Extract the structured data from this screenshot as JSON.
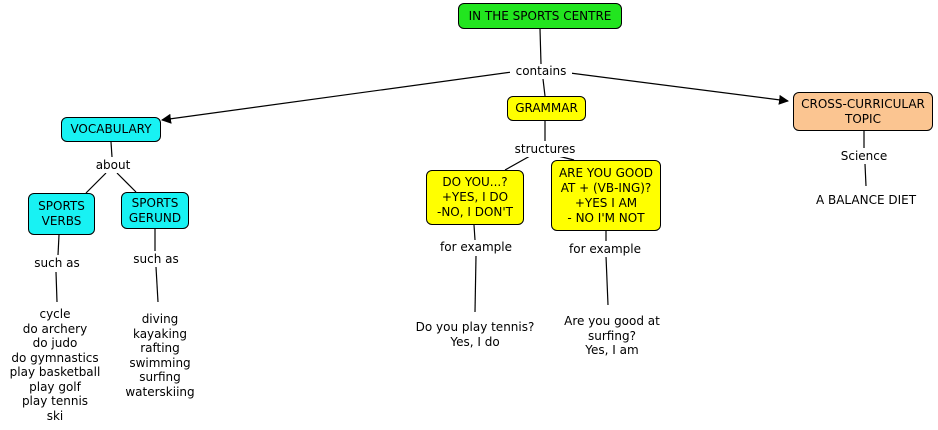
{
  "map": {
    "root": "IN THE SPORTS CENTRE",
    "contains": "contains",
    "vocabulary": "VOCABULARY",
    "about": "about",
    "sports_verbs": "SPORTS\nVERBS",
    "sports_gerund": "SPORTS\nGERUND",
    "such_as_1": "such as",
    "such_as_2": "such as",
    "verbs_list": "cycle\ndo archery\ndo judo\ndo gymnastics\nplay basketball\nplay golf\nplay tennis\nski",
    "gerund_list": "diving\nkayaking\nrafting\nswimming\nsurfing\nwaterskiing",
    "grammar": "GRAMMAR",
    "structures": "structures",
    "do_you": "DO YOU...?\n+YES, I DO\n-NO, I DON'T",
    "are_you_good": "ARE YOU GOOD\nAT + (VB-ING)?\n+YES I AM\n- NO I'M NOT",
    "for_example_1": "for example",
    "for_example_2": "for example",
    "example_1": "Do you play tennis?\nYes, I do",
    "example_2": "Are you good at\nsurfing?\nYes, I am",
    "cross_curricular": "CROSS-CURRICULAR\nTOPIC",
    "science": "Science",
    "balance_diet": "A BALANCE DIET"
  },
  "colors": {
    "root": "#22e51f",
    "vocabulary": "#18f2f3",
    "grammar": "#ffff00",
    "cross_curricular": "#fbc591"
  }
}
